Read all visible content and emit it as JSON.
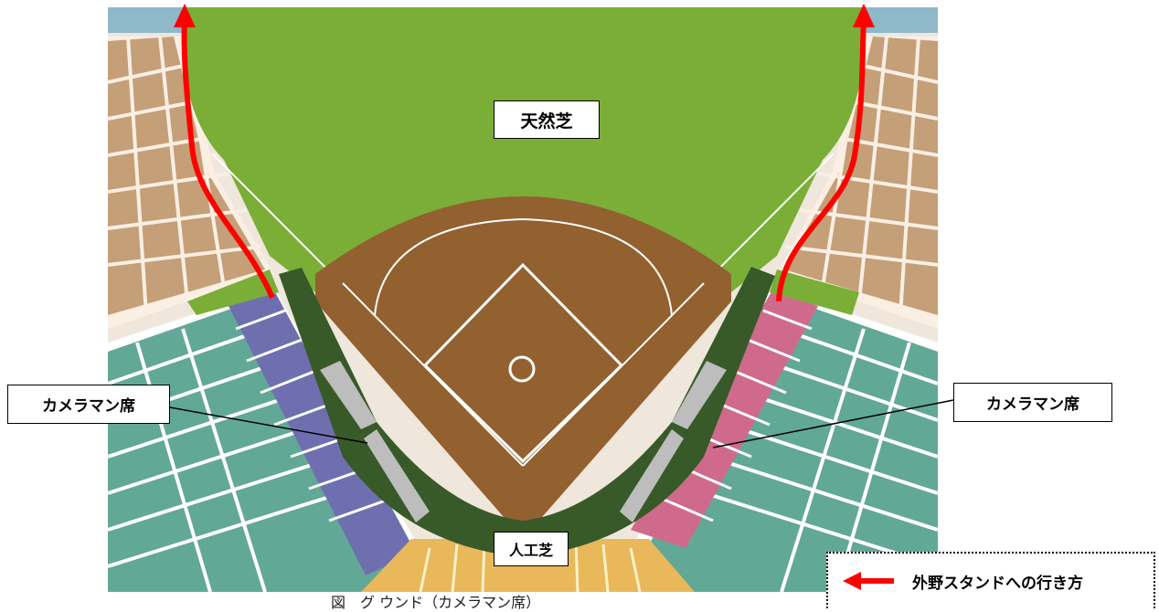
{
  "labels": {
    "natural_grass": "天然芝",
    "camera_seats_left": "カメラマン席",
    "camera_seats_right": "カメラマン席",
    "artificial_grass": "人工芝"
  },
  "legend": {
    "arrow_icon": "red-left-arrow",
    "text": "外野スタンドへの行き方"
  },
  "caption": "図　グ  ウンド（カメラマン席）"
}
